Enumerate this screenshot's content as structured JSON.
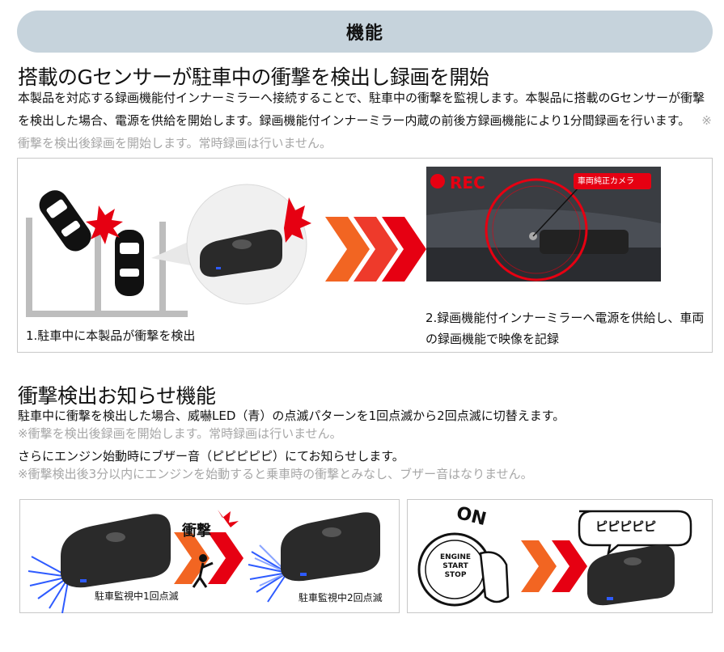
{
  "banner": {
    "title": "機能"
  },
  "section1": {
    "heading": "搭載のGセンサーが駐車中の衝撃を検出し録画を開始",
    "body": "本製品を対応する録画機能付インナーミラーへ接続することで、駐車中の衝撃を監視します。本製品に搭載のGセンサーが衝撃を検出した場合、電源を供給を開始します。録画機能付インナーミラー内蔵の前後方録画機能により1分間録画を行います。",
    "note": "※衝撃を検出後録画を開始します。常時録画は行いません。",
    "step1_caption": "1.駐車中に本製品が衝撃を検出",
    "step2_caption": "2.録画機能付インナーミラーへ電源を供給し、車両の録画機能で映像を記録",
    "rec_label": "REC",
    "camera_label": "車両純正カメラ"
  },
  "section2": {
    "heading": "衝撃検出お知らせ機能",
    "line1": "駐車中に衝撃を検出した場合、威嚇LED（青）の点滅パターンを1回点滅から2回点滅に切替えます。",
    "line2": "※衝撃を検出後録画を開始します。常時録画は行いません。",
    "line3": "さらにエンジン始動時にブザー音（ピピピピピ）にてお知らせします。",
    "line4": "※衝撃検出後3分以内にエンジンを始動すると乗車時の衝撃とみなし、ブザー音はなりません。",
    "impact_label": "衝撃",
    "blink1_caption": "駐車監視中1回点滅",
    "blink2_caption": "駐車監視中2回点滅",
    "on_label": "ON",
    "engine_button_lines": [
      "ENGINE",
      "START",
      "STOP"
    ],
    "beep_label": "ピピピピピ"
  },
  "colors": {
    "banner": "#c6d3dc",
    "note": "#a7a7a7",
    "rec_red": "#e60012",
    "arrow_orange": "#f26522",
    "led_blue": "#2e5bff"
  }
}
